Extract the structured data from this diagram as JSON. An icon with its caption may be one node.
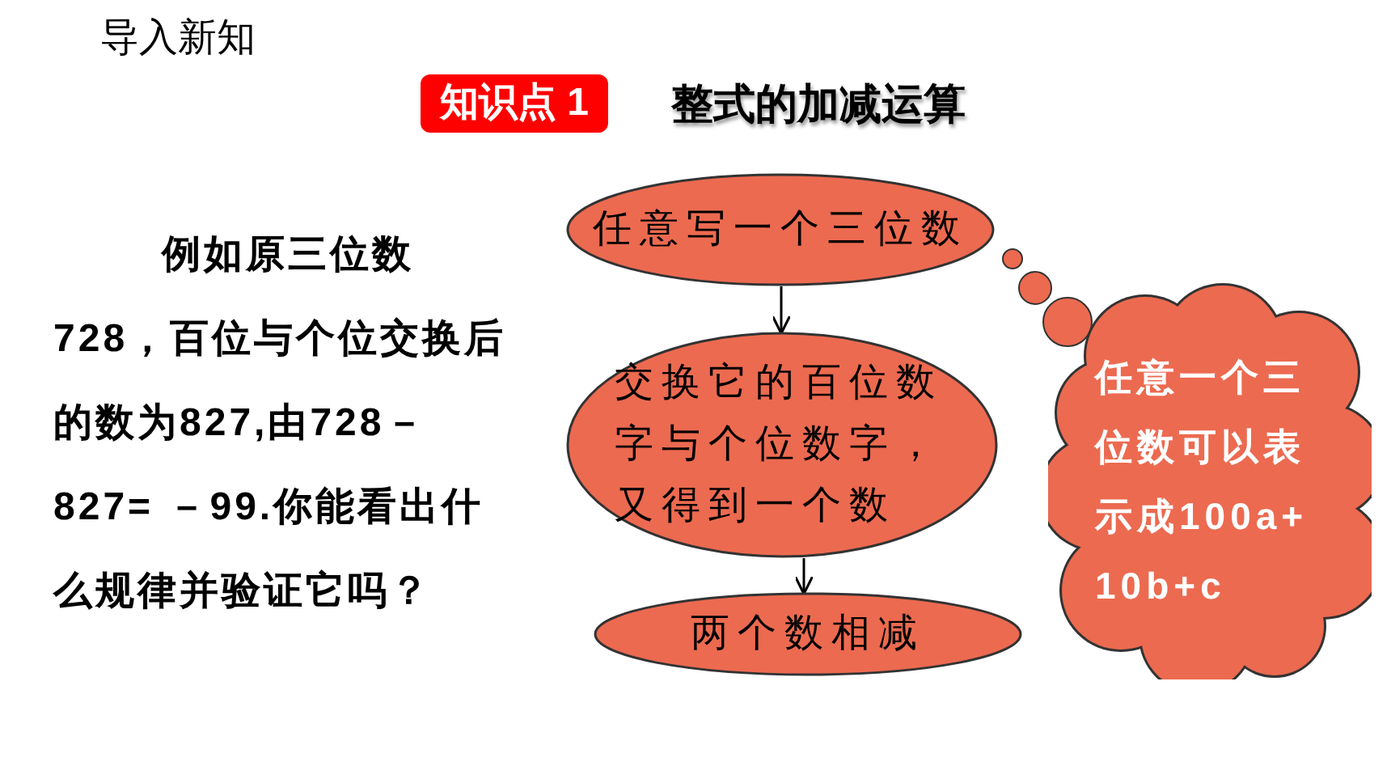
{
  "diagram": {
    "title": "整式的加减运算",
    "nodes": [
      {
        "text": [
          "任意写一个三位数"
        ]
      },
      {
        "text": [
          "交换它的百位数字与个位数字，又得到一个数"
        ]
      },
      {
        "text": [
          "两个数相减"
        ]
      },
      {
        "text": [
          "任意一个三位数可以表示成100a+10b+c"
        ]
      }
    ],
    "edges": [
      {
        "from": 0,
        "to": 1,
        "arrow": "to"
      },
      {
        "from": 1,
        "to": 2,
        "arrow": "to"
      }
    ],
    "labels": [
      "导入新知",
      "知识点 1",
      "例如原三位数728，百位与个位交换后的数为827,由728－827= －99.你能看出什么规律并验证它吗？"
    ]
  }
}
